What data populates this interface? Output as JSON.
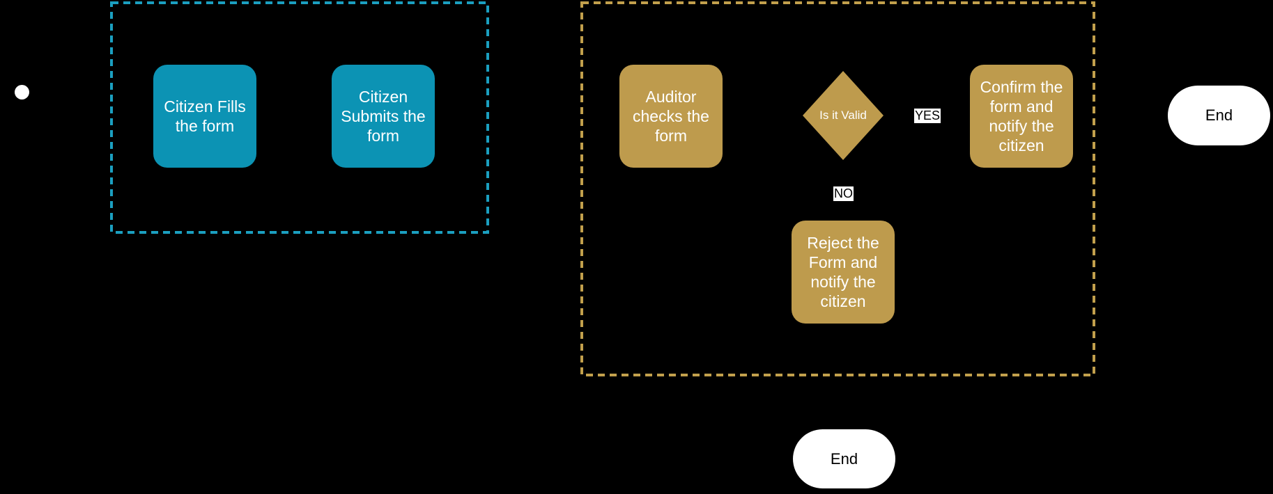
{
  "diagram": {
    "type": "flowchart",
    "background_color": "#000000",
    "colors": {
      "citizen_lane_border": "#1b9fc0",
      "auditor_lane_border": "#c2a04c",
      "citizen_process_fill": "#0c93b4",
      "auditor_process_fill": "#be9b4d",
      "process_text": "#ffffff",
      "terminal_fill": "#ffffff",
      "terminal_text": "#000000",
      "edge_label_bg": "#ffffff",
      "edge_label_text": "#000000"
    },
    "nodes": {
      "start": {
        "type": "start-circle"
      },
      "citizen_fills": {
        "label": "Citizen Fills\nthe form"
      },
      "citizen_submits": {
        "label": "Citizen\nSubmits the\nform"
      },
      "auditor_checks": {
        "label": "Auditor\nchecks the\nform"
      },
      "is_it_valid": {
        "label": "Is it Valid"
      },
      "confirm": {
        "label": "Confirm the\nform and\nnotify the\ncitizen"
      },
      "reject": {
        "label": "Reject the\nForm and\nnotify the\ncitizen"
      },
      "end_right": {
        "label": "End"
      },
      "end_bottom": {
        "label": "End"
      }
    },
    "edge_labels": {
      "yes": "YES",
      "no": "NO"
    }
  }
}
